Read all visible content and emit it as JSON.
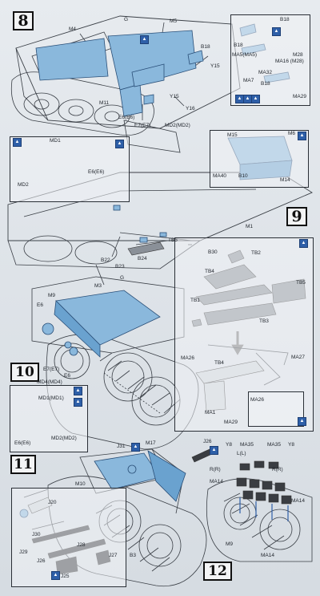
{
  "steps": {
    "s8": "8",
    "s9": "9",
    "s10": "10",
    "s11": "11",
    "s12": "12"
  },
  "labels": {
    "step8": {
      "G": "G",
      "M4": "M4",
      "M5": "M5",
      "B18_main": "B18",
      "Y15_a": "Y15",
      "Y15_b": "Y15",
      "M11": "M11",
      "Y16": "Y16",
      "E6": "E6(E6)",
      "E7": "E7(E7)",
      "MD2": "MD2(MD2)",
      "MD1": "MD1",
      "MD2_b": "MD2",
      "E6_b": "E6(E6)"
    },
    "inset8": {
      "B18_a": "B18",
      "B18_b": "B18",
      "MA5": "MA5(MA5)",
      "M28": "M28",
      "M16": "MA16 (M28)",
      "MA32": "MA32",
      "MA7": "MA7",
      "B18_c": "B18",
      "MA29": "MA29"
    },
    "inset8b": {
      "M15": "M15",
      "M6": "M6",
      "MA40": "MA40",
      "B10": "B10",
      "M14": "M14"
    },
    "step9": {
      "M1": "M1",
      "TB5": "TB5",
      "B22": "B22",
      "B23": "B23",
      "B24": "B24",
      "B30": "B30",
      "TB2": "TB2",
      "TB4": "TB4",
      "TB5_b": "TB5",
      "TB1": "TB1",
      "TB3": "TB3",
      "MA26": "MA26",
      "MA27": "MA27",
      "TB4_b": "TB4",
      "MA1": "MA1",
      "MA29": "MA29",
      "MA26_b": "MA26"
    },
    "step10": {
      "M9": "M9",
      "M3": "M3",
      "G": "G",
      "E6": "E6",
      "E7": "E7(E7)",
      "E6_b": "E6",
      "MD4": "MD4(MD4)",
      "MD1": "MD1(MD1)",
      "E6_c": "E6(E6)",
      "MD2": "MD2(MD2)"
    },
    "step11": {
      "J31": "J31",
      "M17": "M17",
      "J26": "J26",
      "M10": "M10",
      "B3": "B3",
      "J20": "J20",
      "J30": "J30",
      "J28": "J28",
      "J29": "J29",
      "J27": "J27",
      "J26_b": "J26",
      "J25": "J25"
    },
    "step12": {
      "Y8_a": "Y8",
      "MA35_a": "MA35",
      "MA35_b": "MA35",
      "Y8_b": "Y8",
      "LL": "L(L)",
      "RR_a": "R(R)",
      "RR_b": "R(R)",
      "MA14_a": "MA14",
      "MA14_b": "MA14",
      "MA14_c": "MA14",
      "M9": "M9"
    }
  },
  "colors": {
    "part_blue": "#8ab8dc",
    "line": "#2a2f36",
    "icon_blue": "#2e5fa8",
    "paper": "#e4e8ec"
  }
}
